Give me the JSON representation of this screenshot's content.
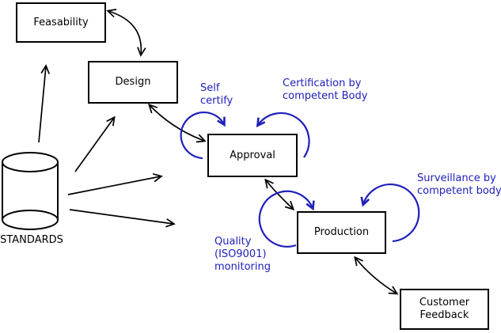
{
  "boxes": {
    "feasability": {
      "label": "Feasability"
    },
    "design": {
      "label": "Design"
    },
    "approval": {
      "label": "Approval"
    },
    "production": {
      "label": "Production"
    },
    "customer_feedback": {
      "label": "Customer\nFeedback"
    }
  },
  "datastore": {
    "label": "STANDARDS"
  },
  "annotations": {
    "self_certify": {
      "text": "Self\ncertify"
    },
    "certification": {
      "text": "Certification by\ncompetent Body"
    },
    "surveillance": {
      "text": "Surveillance by\ncompetent body"
    },
    "quality": {
      "text": "Quality\n(ISO9001)\nmonitoring"
    }
  },
  "edges": [
    {
      "from": "Feasability",
      "to": "Design",
      "type": "bidirectional-arrow"
    },
    {
      "from": "Design",
      "to": "Approval",
      "type": "bidirectional-arrow"
    },
    {
      "from": "Approval",
      "to": "Production",
      "type": "bidirectional-arrow"
    },
    {
      "from": "Production",
      "to": "Customer Feedback",
      "type": "bidirectional-arrow"
    },
    {
      "from": "STANDARDS",
      "to": "Feasability",
      "type": "arrow"
    },
    {
      "from": "STANDARDS",
      "to": "Design",
      "type": "arrow"
    },
    {
      "from": "STANDARDS",
      "to": "Approval",
      "type": "arrow"
    },
    {
      "from": "STANDARDS",
      "to": "Production",
      "type": "arrow"
    },
    {
      "label": "Self certify",
      "on": "Approval",
      "type": "self-loop"
    },
    {
      "label": "Certification by competent Body",
      "on": "Approval",
      "type": "self-loop"
    },
    {
      "label": "Quality (ISO9001) monitoring",
      "on": "Production",
      "type": "self-loop"
    },
    {
      "label": "Surveillance by competent body",
      "on": "Production",
      "type": "self-loop"
    }
  ],
  "colors": {
    "annotation_blue": "#2020bb",
    "line_black": "#000000",
    "background": "#ffffff"
  }
}
